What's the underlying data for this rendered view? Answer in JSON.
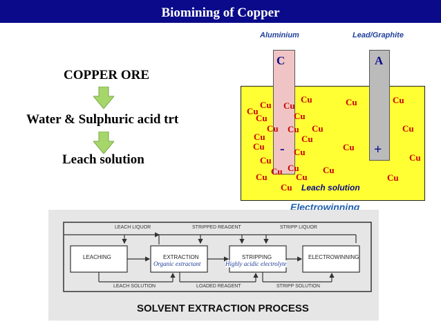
{
  "title": "Biomining of Copper",
  "flow": {
    "step1": "COPPER ORE",
    "step2": "Water & Sulphuric acid trt",
    "step3": "Leach solution"
  },
  "cell": {
    "cathode_material": "Aluminium",
    "anode_material": "Lead/Graphite",
    "cathode_letter": "C",
    "anode_letter": "A",
    "cathode_sign": "-",
    "anode_sign": "+",
    "ion_label": "Cu",
    "solution_label": "Leach solution",
    "process_label": "Electrowinning"
  },
  "solvent_extraction": {
    "title": "SOLVENT EXTRACTION PROCESS",
    "top_labels": [
      "LEACH LIQUOR",
      "STRIPPED REAGENT",
      "STRIPP LIQUOR"
    ],
    "bottom_labels": [
      "LEACH SOLUTION",
      "LOADED REAGENT",
      "STRIPP SOLUTION"
    ],
    "stages": [
      "LEACHING",
      "EXTRACTION",
      "STRIPPING",
      "ELECTROWINNING"
    ],
    "notes": [
      "Organic extractant",
      "Highly acidic electrolyte"
    ]
  },
  "colors": {
    "title_bar": "#0a0a8a",
    "electrolyte": "#ffff33",
    "ion_text": "#cc0000",
    "arrow": "#a6d66a"
  }
}
